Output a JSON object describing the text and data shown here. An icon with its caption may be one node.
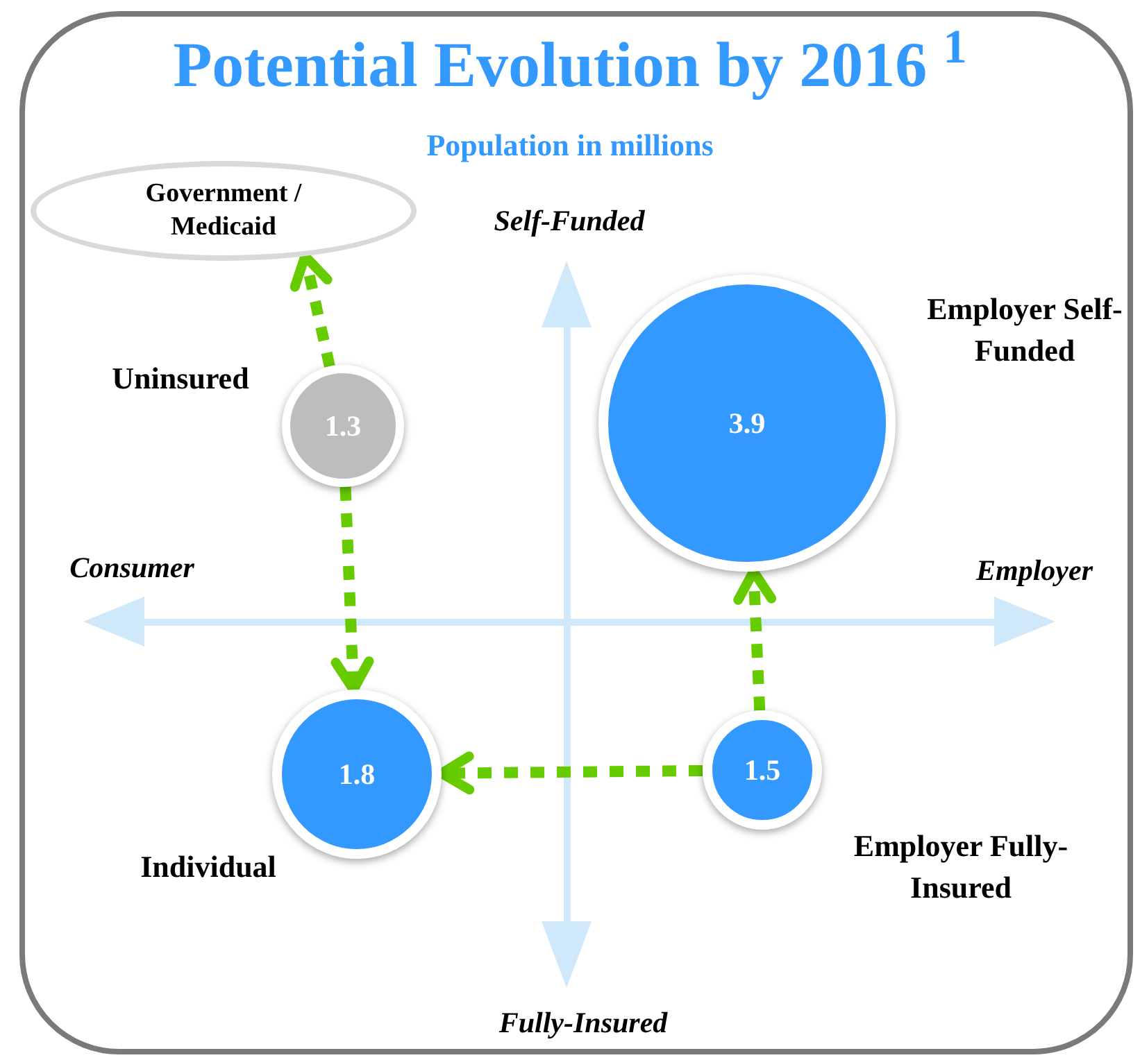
{
  "diagram": {
    "title": "Potential Evolution by 2016 $^{1}$",
    "nodes": [
      {
        "text": [
          "Government / Medicaid"
        ]
      },
      {
        "text": [
          "1.3"
        ],
        "beside": [
          "Uninsured"
        ]
      },
      {
        "text": [
          "3.9"
        ],
        "beside": [
          "Employer Self-Funded"
        ]
      },
      {
        "text": [
          "1.8"
        ],
        "beside": [
          "Individual"
        ]
      },
      {
        "text": [
          "1.5"
        ],
        "beside": [
          "Employer Fully-Insured"
        ]
      }
    ],
    "edges": [
      {
        "from": 1,
        "to": 0,
        "arrow": "to",
        "style": "dashed"
      },
      {
        "from": 1,
        "to": 3,
        "arrow": "to",
        "style": "dashed"
      },
      {
        "from": 4,
        "to": 3,
        "arrow": "to",
        "style": "dashed"
      },
      {
        "from": 4,
        "to": 2,
        "arrow": "to",
        "style": "dashed"
      }
    ],
    "labels": [
      "Population in millions",
      "Self-Funded",
      "Consumer",
      "Employer",
      "Fully-Insured"
    ]
  }
}
